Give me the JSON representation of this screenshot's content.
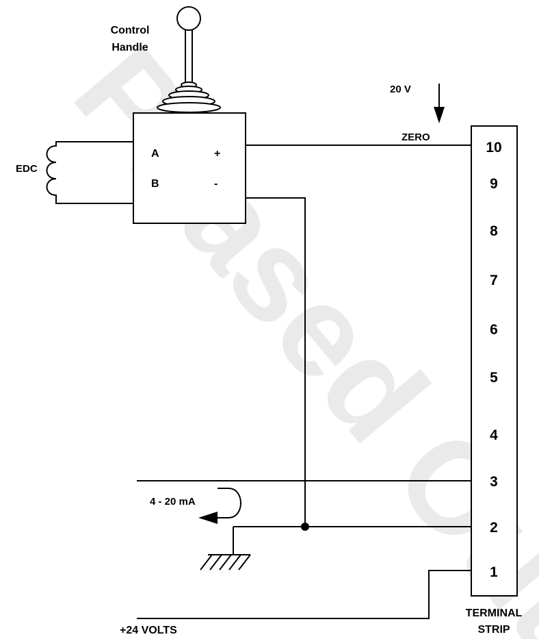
{
  "handle": {
    "line1": "Control",
    "line2": "Handle"
  },
  "voltage_label": "20 V",
  "zero_label": "ZERO",
  "edc_label": "EDC",
  "controller": {
    "pin_a": "A",
    "pin_b": "B",
    "plus": "+",
    "minus": "-"
  },
  "terminals": [
    "10",
    "9",
    "8",
    "7",
    "6",
    "5",
    "4",
    "3",
    "2",
    "1"
  ],
  "current_label": "4 - 20 mA",
  "supply_label": "+24 VOLTS",
  "strip_label": {
    "line1": "TERMINAL",
    "line2": "STRIP"
  },
  "watermark": "Phased Out"
}
